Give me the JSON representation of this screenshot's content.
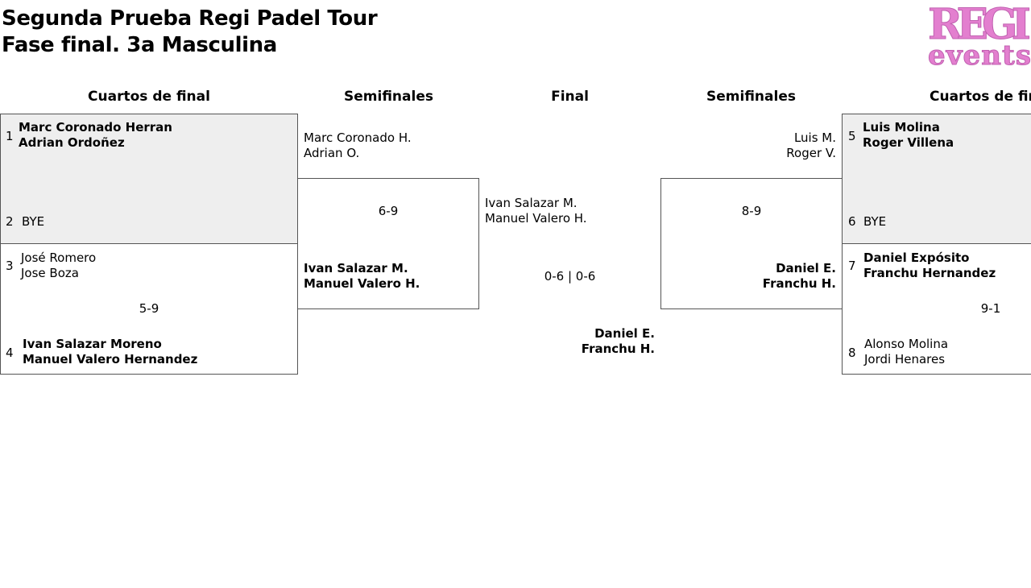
{
  "header": {
    "title_line1": "Segunda Prueba Regi Padel Tour",
    "title_line2": "Fase final. 3a Masculina",
    "logo_text_top": "REGI",
    "logo_text_bottom": "events",
    "logo_color": "#e37fcf"
  },
  "rounds": {
    "left_quarters": "Cuartos de final",
    "left_semis": "Semifinales",
    "final": "Final",
    "right_semis": "Semifinales",
    "right_quarters": "Cuartos de final"
  },
  "left_qf1": {
    "seed_a": "1",
    "a_line1": "Marc Coronado Herran",
    "a_line2": "Adrian Ordoñez",
    "seed_b": "2",
    "b_line1": "BYE"
  },
  "left_qf2": {
    "seed_a": "3",
    "a_line1": "José Romero",
    "a_line2": "Jose Boza",
    "score": "5-9",
    "seed_b": "4",
    "b_line1": "Ivan Salazar Moreno",
    "b_line2": "Manuel Valero Hernandez"
  },
  "left_sf": {
    "a_line1": "Marc Coronado H.",
    "a_line2": "Adrian O.",
    "score": "6-9",
    "b_line1": "Ivan Salazar M.",
    "b_line2": "Manuel Valero H."
  },
  "final": {
    "a_line1": "Ivan Salazar M.",
    "a_line2": "Manuel Valero H.",
    "score": "0-6 | 0-6",
    "b_line1": "Daniel E.",
    "b_line2": "Franchu H."
  },
  "right_sf": {
    "a_line1": "Luis M.",
    "a_line2": "Roger V.",
    "score": "8-9",
    "b_line1": "Daniel E.",
    "b_line2": "Franchu H."
  },
  "right_qf1": {
    "seed_a": "5",
    "a_line1": "Luis Molina",
    "a_line2": "Roger Villena",
    "seed_b": "6",
    "b_line1": "BYE"
  },
  "right_qf2": {
    "seed_a": "7",
    "a_line1": "Daniel Expósito",
    "a_line2": "Franchu Hernandez",
    "score": "9-1",
    "seed_b": "8",
    "b_line1": "Alonso Molina",
    "b_line2": "Jordi Henares"
  }
}
